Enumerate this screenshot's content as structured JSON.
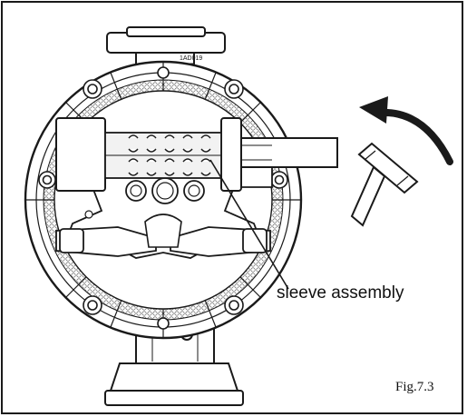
{
  "figure": {
    "callout_label": "sleeve assembly",
    "figure_number": "Fig.7.3",
    "part_stamp": "1AD019",
    "icons": [
      "pump-housing-icon",
      "hammer-icon",
      "rotation-arrow-icon"
    ],
    "colors": {
      "line": "#1a1a1a",
      "fill": "#ffffff",
      "shade": "#d9d9d9"
    }
  }
}
